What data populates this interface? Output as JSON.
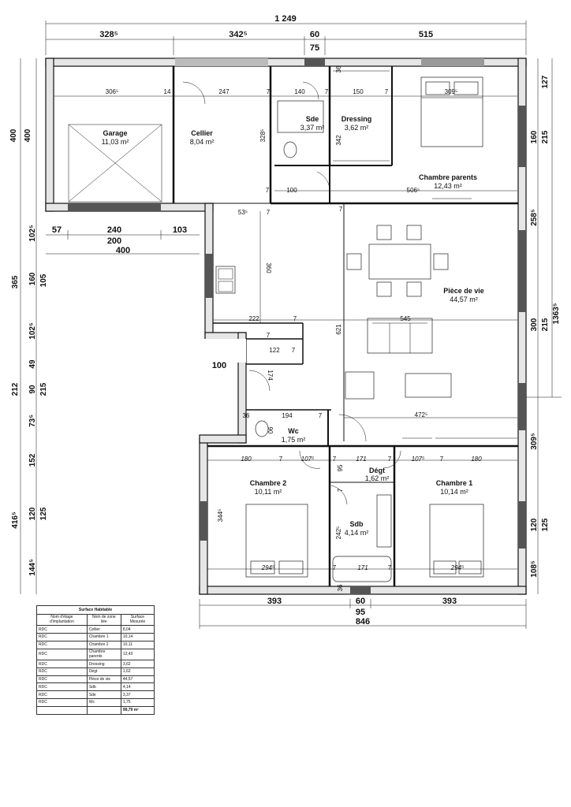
{
  "rooms": {
    "garage": {
      "name": "Garage",
      "area": "11,03 m²"
    },
    "cellier": {
      "name": "Cellier",
      "area": "8,04 m²"
    },
    "sde": {
      "name": "Sde",
      "area": "3,37 m²"
    },
    "dressing": {
      "name": "Dressing",
      "area": "3,62 m²"
    },
    "chambre_parents": {
      "name": "Chambre parents",
      "area": "12,43 m²"
    },
    "piece_de_vie": {
      "name": "Pièce de vie",
      "area": "44,57 m²"
    },
    "wc": {
      "name": "Wc",
      "area": "1,75 m²"
    },
    "degt": {
      "name": "Dégt",
      "area": "1,62 m²"
    },
    "chambre2": {
      "name": "Chambre 2",
      "area": "10,11 m²"
    },
    "chambre1": {
      "name": "Chambre 1",
      "area": "10,14 m²"
    },
    "sdb": {
      "name": "Sdb",
      "area": "4,14 m²"
    }
  },
  "dims_top": {
    "total": "1 249",
    "a": "328⁵",
    "b": "342⁵",
    "c": "60",
    "d": "515",
    "e": "75"
  },
  "dims_bottom": {
    "a": "393",
    "b": "60",
    "c": "393",
    "d": "95",
    "total": "846"
  },
  "dims_garage": {
    "a": "57",
    "b": "240",
    "c": "103",
    "d": "200",
    "e": "400"
  },
  "dims_left": {
    "d1": "400",
    "d2": "400",
    "d3": "102⁵",
    "d4": "365",
    "d5": "160",
    "d6": "105",
    "d7": "102⁵",
    "d8": "49",
    "d9": "212",
    "d10": "90",
    "d11": "215",
    "d12": "73⁵",
    "d13": "152",
    "d14": "416⁵",
    "d15": "120",
    "d16": "125",
    "d17": "144⁵"
  },
  "dims_right": {
    "r1": "127",
    "r2": "160",
    "r3": "215",
    "r4": "258⁵",
    "r5": "300",
    "r6": "215",
    "r7": "1363⁵",
    "r8": "309⁵",
    "r9": "120",
    "r10": "125",
    "r11": "108⁵"
  },
  "inner_dims": {
    "i1": "306⁵",
    "i2": "14",
    "i3": "247",
    "i4": "7",
    "i5": "140",
    "i6": "7",
    "i7": "150",
    "i8": "7",
    "i9": "309⁵",
    "i10": "36",
    "i11": "328⁵",
    "i12": "342",
    "i13": "100",
    "i14": "7",
    "i15": "506⁵",
    "i16": "7",
    "i17": "53⁵",
    "i18": "7",
    "i19": "360",
    "i20": "222",
    "i21": "7",
    "i22": "545",
    "i23": "621",
    "i24": "7",
    "i25": "122",
    "i26": "7",
    "i27": "174",
    "i28": "100",
    "i29": "36",
    "i30": "194",
    "i31": "7",
    "i32": "90",
    "i33": "472⁵",
    "i34": "180",
    "i35": "7",
    "i36": "107⁵",
    "i37": "7",
    "i38": "171",
    "i39": "7",
    "i40": "107⁵",
    "i41": "7",
    "i42": "180",
    "i43": "95",
    "i44": "7",
    "i45": "344⁵",
    "i46": "242⁵",
    "i47": "294⁵",
    "i48": "7",
    "i49": "171",
    "i50": "7",
    "i51": "294⁵",
    "i52": "36"
  },
  "table": {
    "title": "Surface Habitable",
    "headers": [
      "Nom d'étage d'implantation",
      "Nom de zone liée",
      "Surface Mesurée"
    ],
    "rows": [
      [
        "RDC",
        "Cellier",
        "8,04"
      ],
      [
        "RDC",
        "Chambre 1",
        "10,14"
      ],
      [
        "RDC",
        "Chambre 2",
        "10,11"
      ],
      [
        "RDC",
        "Chambre parents",
        "12,43"
      ],
      [
        "RDC",
        "Dressing",
        "3,62"
      ],
      [
        "RDC",
        "Dégt",
        "1,62"
      ],
      [
        "RDC",
        "Pièce de vie",
        "44,57"
      ],
      [
        "RDC",
        "Sdb",
        "4,14"
      ],
      [
        "RDC",
        "Sde",
        "3,37"
      ],
      [
        "RDC",
        "Wc",
        "1,75"
      ]
    ],
    "total": "99,79 m²"
  }
}
